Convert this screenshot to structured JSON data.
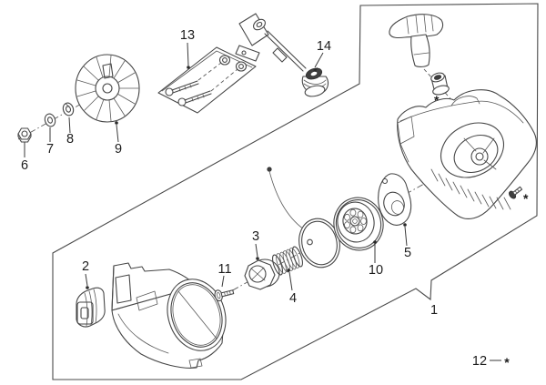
{
  "diagram": {
    "colors": {
      "background": "#ffffff",
      "line": "#464646",
      "label": "#1c1c1c"
    },
    "callouts": [
      {
        "label": "1"
      },
      {
        "label": "2"
      },
      {
        "label": "3"
      },
      {
        "label": "4"
      },
      {
        "label": "5"
      },
      {
        "label": "6"
      },
      {
        "label": "7"
      },
      {
        "label": "8"
      },
      {
        "label": "9"
      },
      {
        "label": "10"
      },
      {
        "label": "11"
      },
      {
        "label": "13"
      },
      {
        "label": "14"
      }
    ],
    "footnote": {
      "number": "12",
      "symbol": "*"
    },
    "screw_markers": [
      {
        "symbol": "*"
      },
      {
        "symbol": "*"
      },
      {
        "symbol": "*"
      },
      {
        "symbol": "*"
      }
    ]
  }
}
